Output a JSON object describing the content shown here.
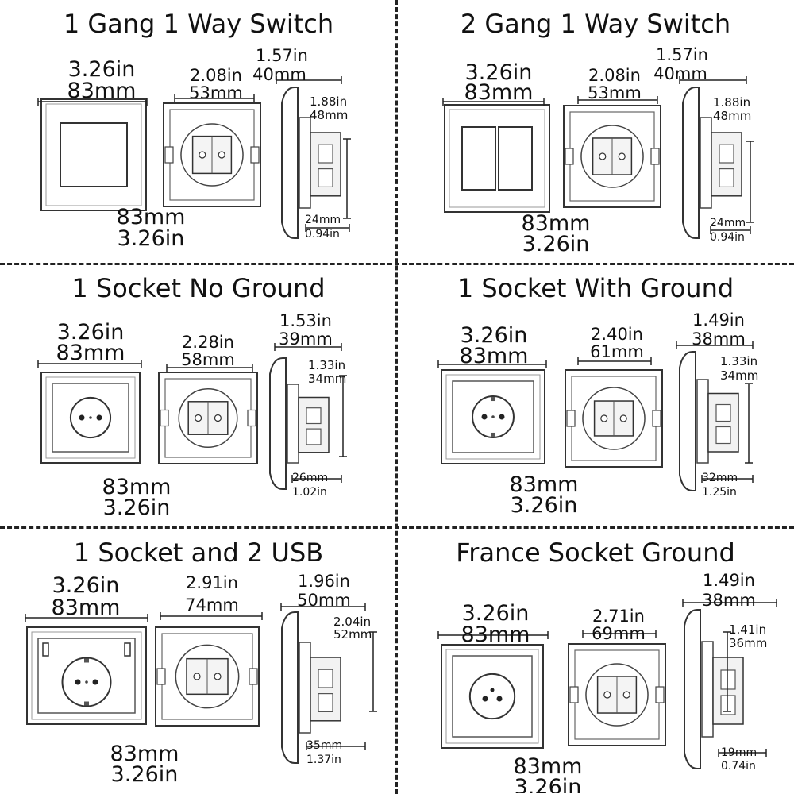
{
  "panels": [
    {
      "id": "p1",
      "title": "1 Gang 1 Way Switch",
      "plate": "switch1",
      "dims": {
        "width_in": "3.26in",
        "width_mm": "83mm",
        "height_mm": "83mm",
        "height_in": "3.26in",
        "mech_in": "2.08in",
        "mech_mm": "53mm",
        "depth_in": "1.57in",
        "depth_mm": "40mm",
        "side_in": "1.88in",
        "side_mm": "48mm",
        "base_mm": "24mm",
        "base_in": "0.94in"
      }
    },
    {
      "id": "p2",
      "title": "2 Gang 1 Way Switch",
      "plate": "switch2",
      "dims": {
        "width_in": "3.26in",
        "width_mm": "83mm",
        "height_mm": "83mm",
        "height_in": "3.26in",
        "mech_in": "2.08in",
        "mech_mm": "53mm",
        "depth_in": "1.57in",
        "depth_mm": "40mm",
        "side_in": "1.88in",
        "side_mm": "48mm",
        "base_mm": "24mm",
        "base_in": "0.94in"
      }
    },
    {
      "id": "p3",
      "title": "1 Socket No Ground",
      "plate": "socket_noground",
      "dims": {
        "width_in": "3.26in",
        "width_mm": "83mm",
        "height_mm": "83mm",
        "height_in": "3.26in",
        "mech_in": "2.28in",
        "mech_mm": "58mm",
        "depth_in": "1.53in",
        "depth_mm": "39mm",
        "side_in": "1.33in",
        "side_mm": "34mm",
        "base_mm": "26mm",
        "base_in": "1.02in"
      }
    },
    {
      "id": "p4",
      "title": "1 Socket With Ground",
      "plate": "socket_ground",
      "dims": {
        "width_in": "3.26in",
        "width_mm": "83mm",
        "height_mm": "83mm",
        "height_in": "3.26in",
        "mech_in": "2.40in",
        "mech_mm": "61mm",
        "depth_in": "1.49in",
        "depth_mm": "38mm",
        "side_in": "1.33in",
        "side_mm": "34mm",
        "base_mm": "32mm",
        "base_in": "1.25in"
      }
    },
    {
      "id": "p5",
      "title": "1 Socket and 2 USB",
      "plate": "socket_usb",
      "dims": {
        "width_in": "3.26in",
        "width_mm": "83mm",
        "height_mm": "83mm",
        "height_in": "3.26in",
        "mech_in": "2.91in",
        "mech_mm": "74mm",
        "depth_in": "1.96in",
        "depth_mm": "50mm",
        "side_in": "2.04in",
        "side_mm": "52mm",
        "base_mm": "35mm",
        "base_in": "1.37in"
      }
    },
    {
      "id": "p6",
      "title": "France Socket Ground",
      "plate": "socket_france",
      "dims": {
        "width_in": "3.26in",
        "width_mm": "83mm",
        "height_mm": "83mm",
        "height_in": "3.26in",
        "mech_in": "2.71in",
        "mech_mm": "69mm",
        "depth_in": "1.49in",
        "depth_mm": "38mm",
        "side_in": "1.41in",
        "side_mm": "36mm",
        "base_mm": "19mm",
        "base_in": "0.74in"
      }
    }
  ]
}
